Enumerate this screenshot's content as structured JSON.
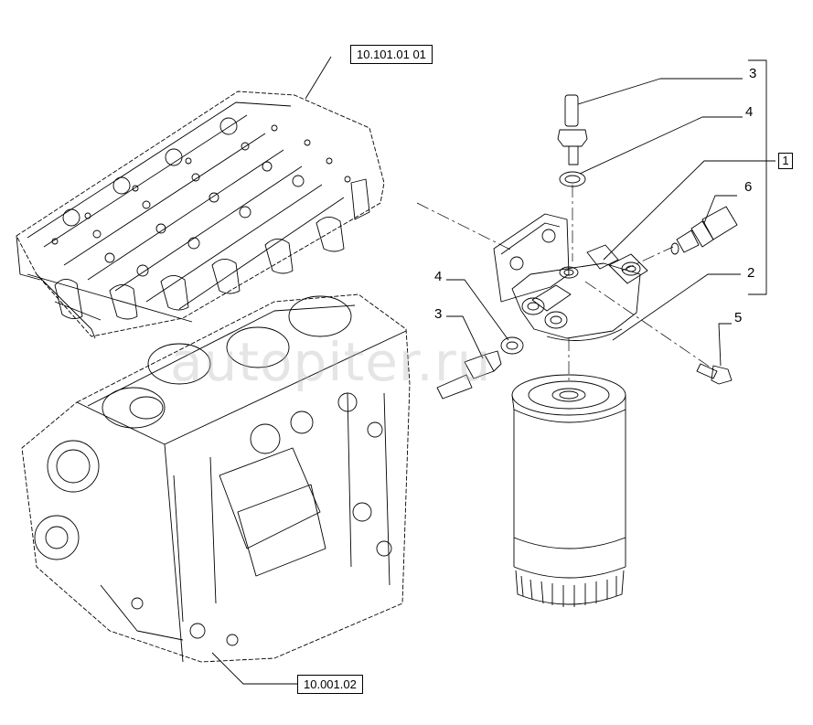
{
  "references": {
    "cylinder_head": "10.101.01 01",
    "engine_block": "10.001.02"
  },
  "callouts": {
    "c3_top": "3",
    "c4_top": "4",
    "c1": "1",
    "c6": "6",
    "c2": "2",
    "c4_left": "4",
    "c3_left": "3",
    "c5": "5"
  },
  "watermark": "autopiter.ru",
  "colors": {
    "line": "#000000",
    "background": "#ffffff"
  }
}
